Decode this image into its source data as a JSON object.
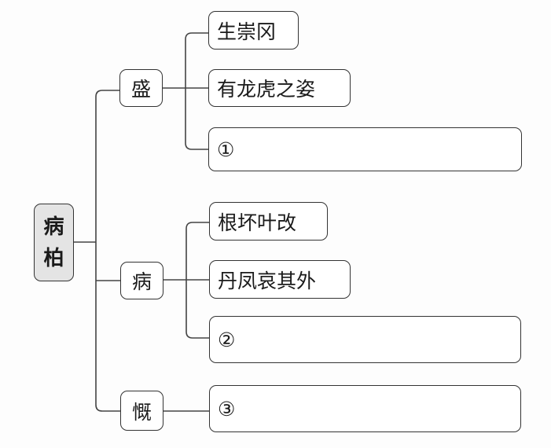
{
  "root": {
    "char1": "病",
    "char2": "柏"
  },
  "branches": [
    {
      "label": "盛",
      "items": [
        "生崇冈",
        "有龙虎之姿",
        "①"
      ]
    },
    {
      "label": "病",
      "items": [
        "根坏叶改",
        "丹凤哀其外",
        "②"
      ]
    },
    {
      "label": "慨",
      "items": [
        "③"
      ]
    }
  ]
}
